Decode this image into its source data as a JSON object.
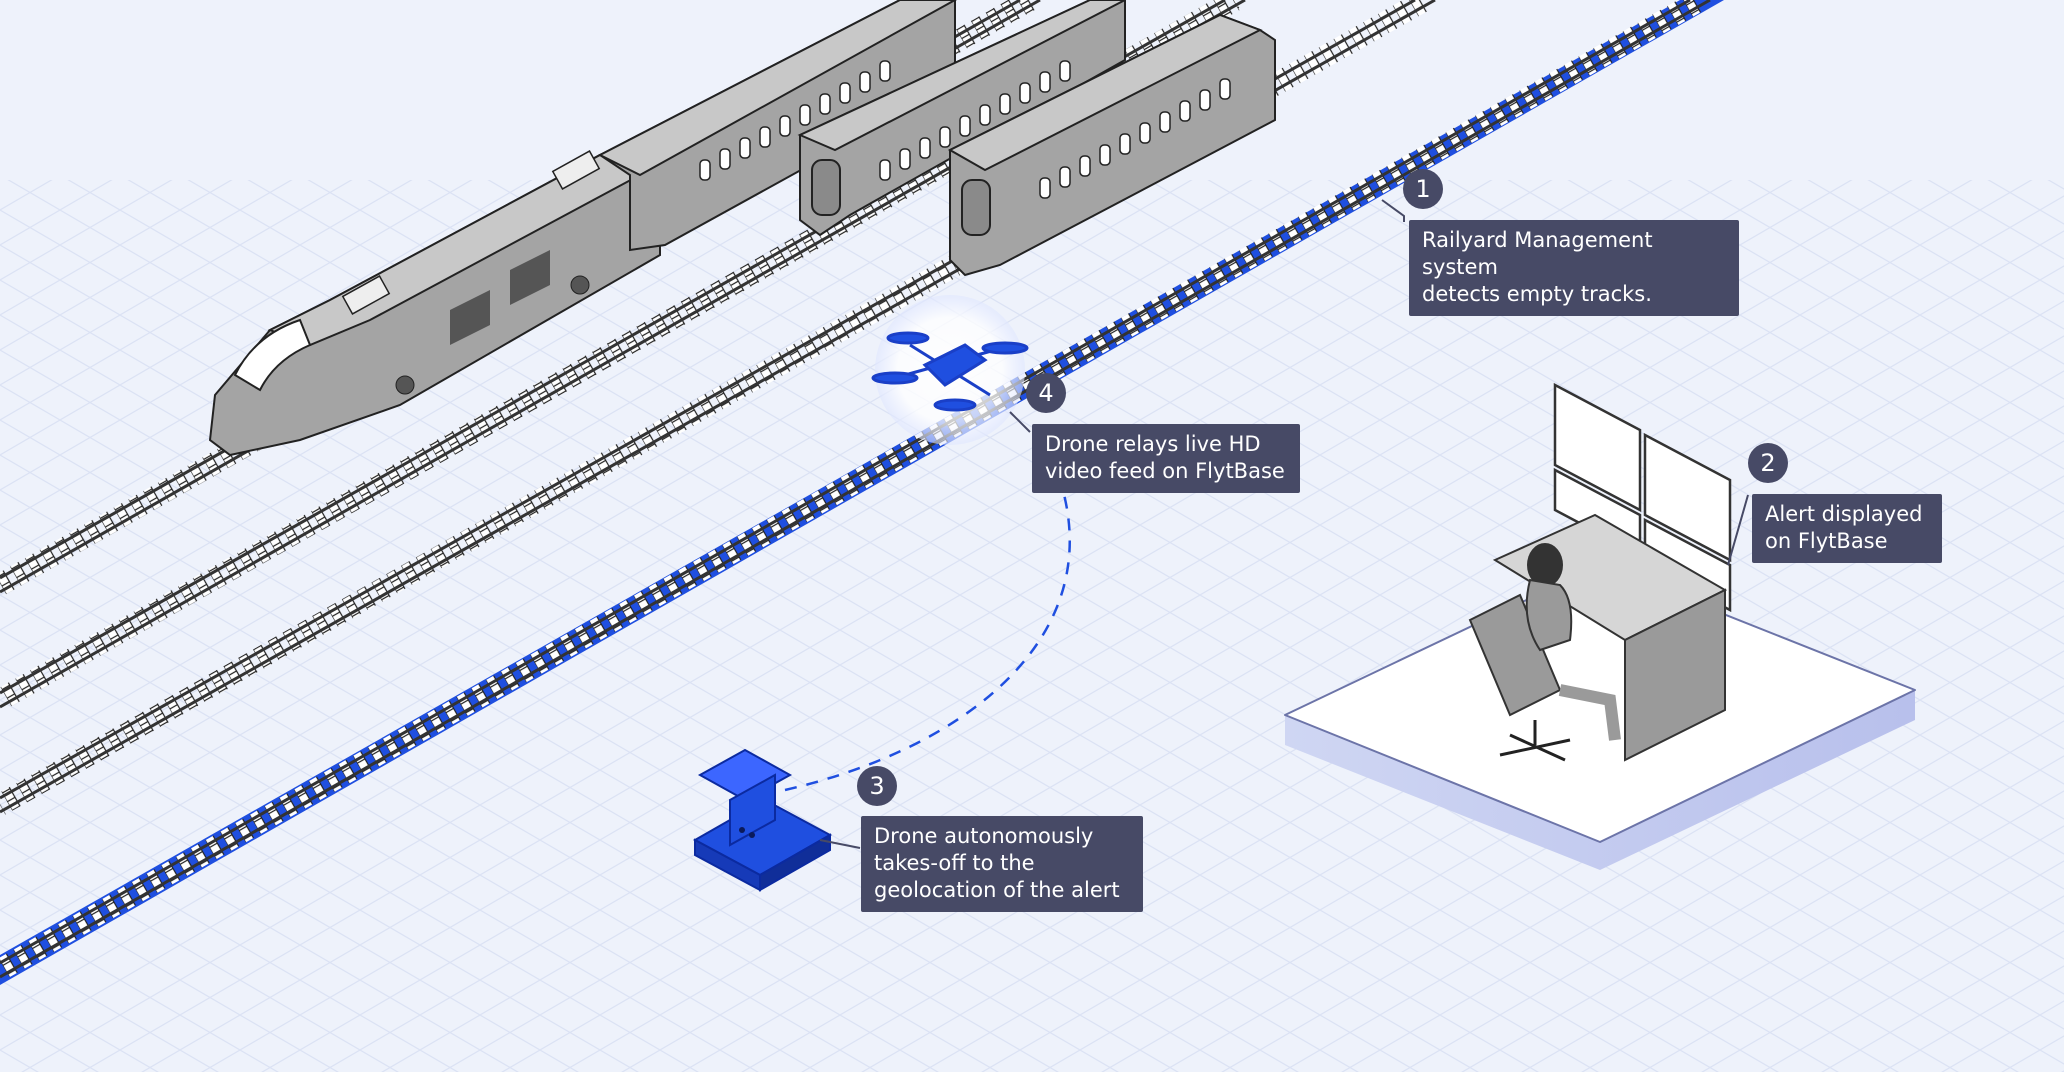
{
  "steps": [
    {
      "number": "1",
      "text": "Railyard Management system\ndetects empty tracks."
    },
    {
      "number": "2",
      "text": "Alert displayed\non FlytBase"
    },
    {
      "number": "3",
      "text": "Drone autonomously\ntakes-off to the\ngeolocation of the alert"
    },
    {
      "number": "4",
      "text": "Drone relays live HD\nvideo feed on FlytBase"
    }
  ],
  "colors": {
    "background": "#eef2fb",
    "highlight_track": "#1f4fe0",
    "callout": "#474a66",
    "train_body": "#9a9a9a"
  },
  "icons": [
    "train-icon",
    "drone-icon",
    "drone-dock-icon",
    "operator-workstation-icon"
  ]
}
